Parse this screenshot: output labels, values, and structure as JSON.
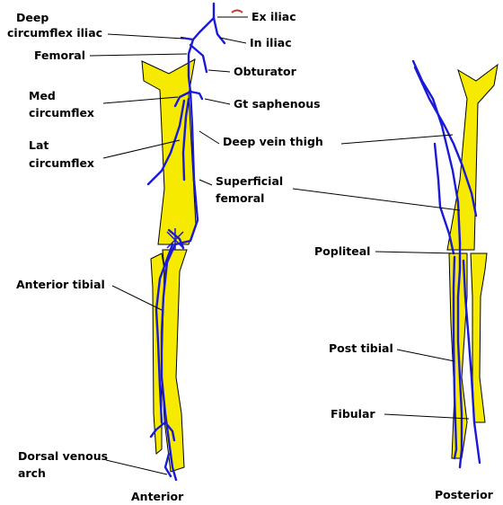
{
  "labels": {
    "ex_iliac": "Ex iliac",
    "in_iliac": "In iliac",
    "deep_circ_1": "Deep",
    "deep_circ_2": "circumflex iliac",
    "femoral": "Femoral",
    "obturator": "Obturator",
    "med_circ_1": "Med",
    "med_circ_2": "circumflex",
    "gt_saphenous": "Gt saphenous",
    "lat_circ_1": "Lat",
    "lat_circ_2": "circumflex",
    "deep_vein_thigh": "Deep vein thigh",
    "sup_fem_1": "Superficial",
    "sup_fem_2": "femoral",
    "popliteal": "Popliteal",
    "anterior_tibial": "Anterior tibial",
    "post_tibial": "Post tibial",
    "fibular": "Fibular",
    "dorsal_1": "Dorsal venous",
    "dorsal_2": "arch"
  },
  "captions": {
    "anterior": "Anterior",
    "posterior": "Posterior"
  },
  "colors": {
    "bone": "#f5ea00",
    "vein": "#1a1ad6",
    "outline": "#000000",
    "leader": "#000000",
    "red_mark": "#c0392b"
  }
}
